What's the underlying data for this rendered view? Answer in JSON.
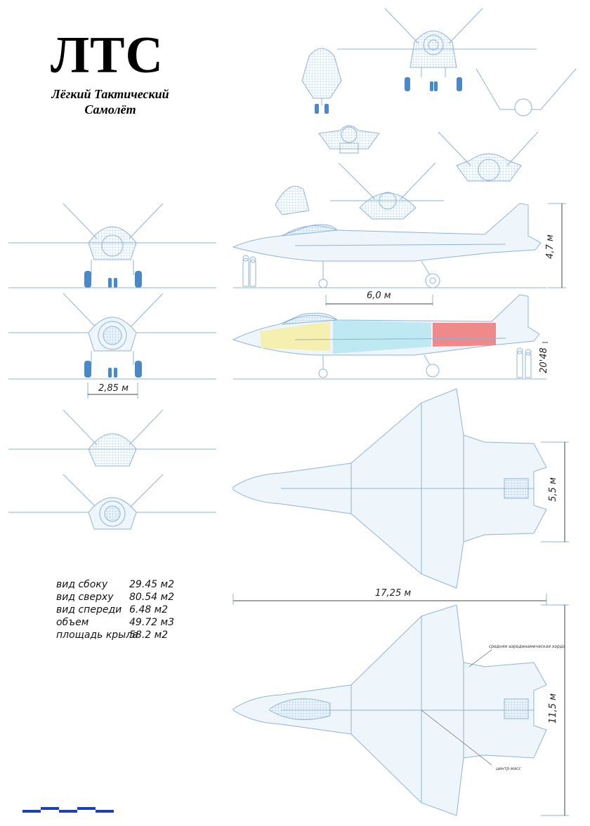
{
  "title": "ЛТС",
  "subtitle": {
    "line1": "Лёгкий Тактический",
    "line2": "Самолёт"
  },
  "stats": [
    {
      "label": "вид сбоку",
      "value": "29.45 м2"
    },
    {
      "label": "вид сверху",
      "value": "80.54 м2"
    },
    {
      "label": "вид спереди",
      "value": "6.48 м2"
    },
    {
      "label": "объем",
      "value": "49.72 м3"
    },
    {
      "label": "площадь крыла",
      "value": "58.2 м2"
    }
  ],
  "dimensions": {
    "height": "4,7 м",
    "fuselage_segment": "6,0 м",
    "track": "2,85 м",
    "tail_height": "20'48",
    "span": "5,5 м",
    "length": "17,25 м",
    "wingspan": "11,5 м"
  },
  "annotations": {
    "mac": "средняя аэродинамическая хорда",
    "cg": "центр масс"
  },
  "colors": {
    "line": "#8fb4d6",
    "fill": "#eef5fb",
    "wheel": "#4a88c8",
    "engine": "#f08a8a",
    "cockpit": "#f6f0b0",
    "fuel": "#bfe9f2",
    "scale": "#1d3fb8"
  }
}
